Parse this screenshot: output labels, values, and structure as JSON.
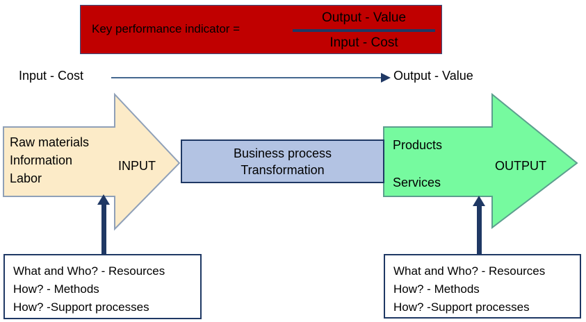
{
  "kpi": {
    "label": "Key performance indicator  =",
    "numerator": "Output - Value",
    "denominator": "Input - Cost",
    "box_color": "#C00000",
    "bar_color": "#1F3864"
  },
  "flow": {
    "left_label": "Input - Cost",
    "right_label": "Output - Value",
    "line_color": "#44678F",
    "arrow_color": "#1F3864"
  },
  "input_arrow": {
    "word": "INPUT",
    "items": [
      "Raw materials",
      "Information",
      "Labor"
    ],
    "fill_color": "#FCEBC8",
    "stroke_color": "#8FA0B8"
  },
  "process": {
    "line1": "Business process",
    "line2": "Transformation",
    "fill_color": "#B3C3E3",
    "stroke_color": "#1F3864"
  },
  "output_arrow": {
    "word": "OUTPUT",
    "products": "Products",
    "services": "Services",
    "fill_color": "#76FA9F",
    "stroke_color": "#5C9E8E"
  },
  "notes": {
    "left": {
      "line1": "What and Who? - Resources",
      "line2": "How? - Methods",
      "line3": "How? -Support processes"
    },
    "right": {
      "line1": "What and Who? - Resources",
      "line2": "How? - Methods",
      "line3": "How? -Support processes"
    },
    "border_color": "#1F3864"
  }
}
